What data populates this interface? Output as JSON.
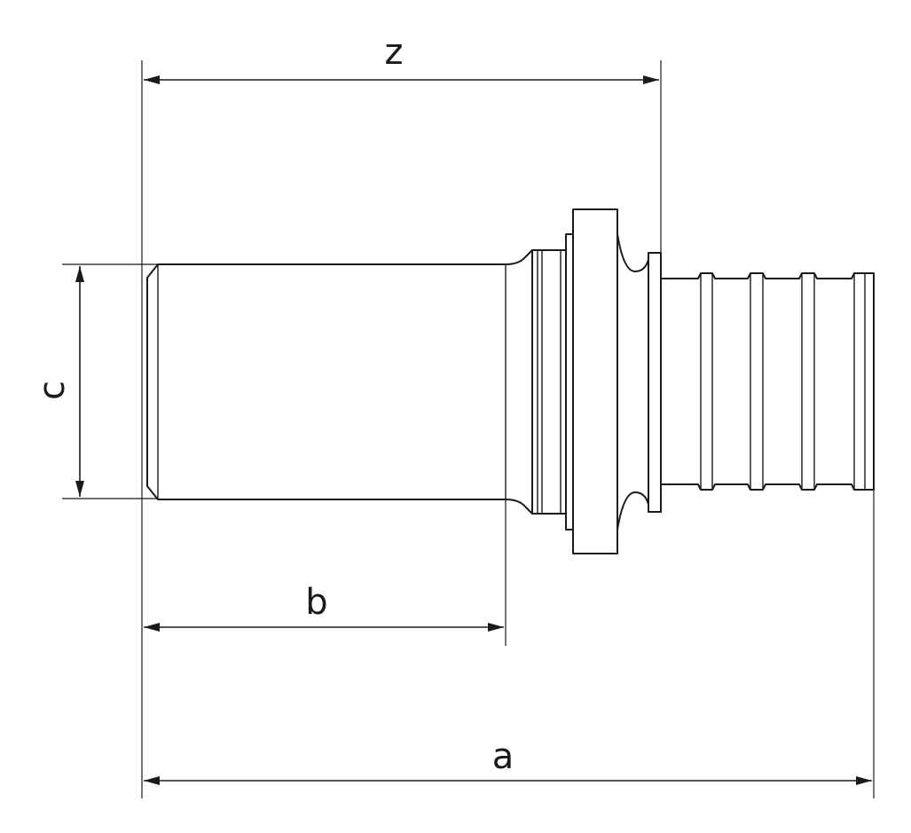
{
  "diagram": {
    "dimensions": {
      "z": "z",
      "b": "b",
      "a": "a",
      "c": "c"
    }
  },
  "colors": {
    "line": "#1a1a1a",
    "background": "#ffffff"
  }
}
